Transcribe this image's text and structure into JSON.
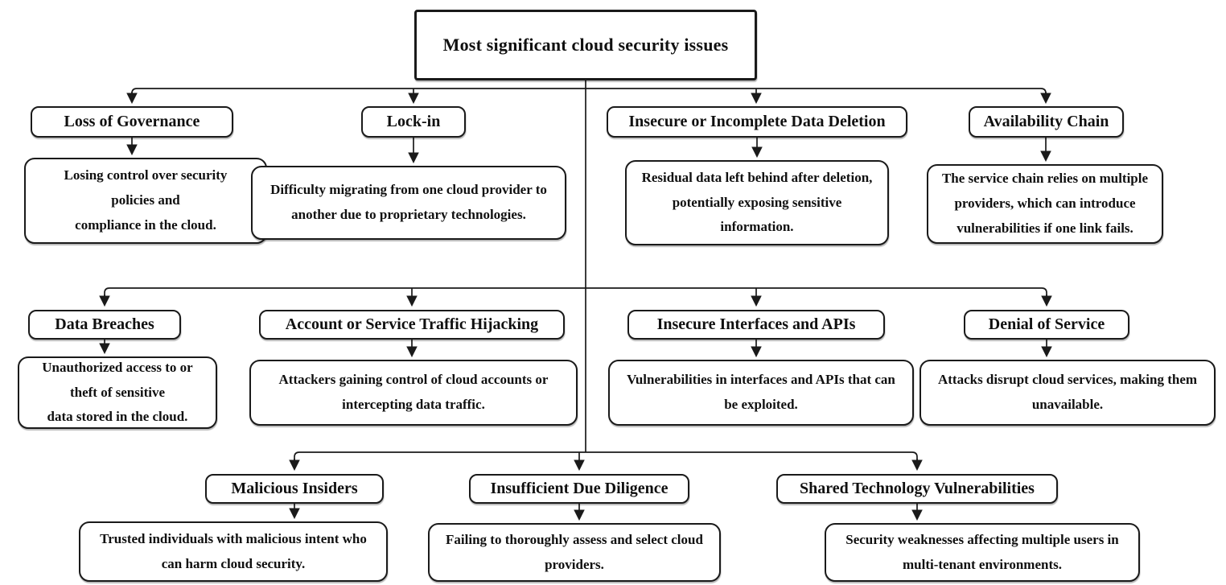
{
  "root": {
    "label": "Most significant cloud security issues"
  },
  "rows": [
    {
      "nodes": [
        {
          "id": "loss-of-governance",
          "title": "Loss of Governance",
          "desc": "Losing control over security\npolicies and\ncompliance in the cloud."
        },
        {
          "id": "lock-in",
          "title": "Lock-in",
          "desc": "Difficulty migrating from one cloud provider to\nanother due to proprietary technologies."
        },
        {
          "id": "insecure-or-incomplete-data-deletion",
          "title": "Insecure or Incomplete Data Deletion",
          "desc": "Residual data left behind after deletion,\npotentially exposing sensitive\ninformation."
        },
        {
          "id": "availability-chain",
          "title": "Availability Chain",
          "desc": "The service chain relies on multiple\nproviders, which can introduce\nvulnerabilities if one link fails."
        }
      ]
    },
    {
      "nodes": [
        {
          "id": "data-breaches",
          "title": "Data Breaches",
          "desc": "Unauthorized access to or\ntheft of sensitive\ndata stored in the cloud."
        },
        {
          "id": "account-or-service-traffic-hijacking",
          "title": "Account or Service Traffic Hijacking",
          "desc": "Attackers gaining control of cloud accounts or\nintercepting data traffic."
        },
        {
          "id": "insecure-interfaces-and-apis",
          "title": "Insecure Interfaces and APIs",
          "desc": "Vulnerabilities in interfaces and APIs that can\nbe exploited."
        },
        {
          "id": "denial-of-service",
          "title": "Denial of Service",
          "desc": "Attacks disrupt cloud services, making them\nunavailable."
        }
      ]
    },
    {
      "nodes": [
        {
          "id": "malicious-insiders",
          "title": "Malicious Insiders",
          "desc": "Trusted individuals with malicious intent who\ncan harm cloud security."
        },
        {
          "id": "insufficient-due-diligence",
          "title": "Insufficient Due Diligence",
          "desc": "Failing to thoroughly assess and select cloud\nproviders."
        },
        {
          "id": "shared-technology-vulnerabilities",
          "title": "Shared Technology Vulnerabilities",
          "desc": "Security weaknesses affecting multiple users in\nmulti-tenant environments."
        }
      ]
    }
  ],
  "colors": {
    "box_border": "#1a1a1a",
    "box_fill": "#ffffff",
    "text": "#101010",
    "connector": "#1a1a1a",
    "background": "#ffffff"
  }
}
